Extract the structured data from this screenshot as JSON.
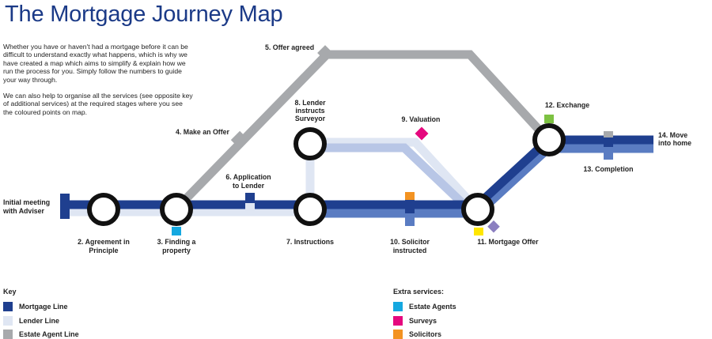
{
  "title": "The Mortgage Journey Map",
  "intro": {
    "p1": "Whether you have or haven't had a mortgage before it can be difficult to understand exactly what happens, which is why we have created a map which aims to simplify & explain how we run the process for you. Simply follow the numbers to guide your way through.",
    "p2": "We can also help to organise all the services (see opposite key of additional services) at the required stages where you see the coloured points on map."
  },
  "stations": {
    "s1": [
      "Initial meeting",
      "with Adviser"
    ],
    "s2": [
      "2. Agreement in",
      "Principle"
    ],
    "s3": [
      "3. Finding a",
      "property"
    ],
    "s4": [
      "4. Make an Offer"
    ],
    "s5": [
      "5. Offer agreed"
    ],
    "s6": [
      "6. Application",
      "to Lender"
    ],
    "s7": [
      "7. Instructions"
    ],
    "s8": [
      "8. Lender",
      "instructs",
      "Surveyor"
    ],
    "s9": [
      "9. Valuation"
    ],
    "s10": [
      "10. Solicitor",
      "instructed"
    ],
    "s11": [
      "11. Mortgage Offer"
    ],
    "s12": [
      "12. Exchange"
    ],
    "s13": [
      "13. Completion"
    ],
    "s14": [
      "14. Move",
      "into home"
    ]
  },
  "key": {
    "title": "Key",
    "items": [
      {
        "label": "Mortgage Line",
        "color": "#1f3f8f"
      },
      {
        "label": "Lender Line",
        "color": "#dfe6f3"
      },
      {
        "label": "Estate Agent Line",
        "color": "#a7a9ac"
      }
    ]
  },
  "extra": {
    "title": "Extra services:",
    "items": [
      {
        "label": "Estate Agents",
        "color": "#15a8e0"
      },
      {
        "label": "Surveys",
        "color": "#e5087e"
      },
      {
        "label": "Solicitors",
        "color": "#f39322"
      }
    ]
  },
  "colors": {
    "mortgage": "#1f3f8f",
    "lender": "#dfe6f3",
    "lender_mid": "#b8c6e6",
    "estate": "#a7a9ac",
    "solicitor_line": "#5a7cc2",
    "estate_agents": "#15a8e0",
    "surveys": "#e5087e",
    "solicitors": "#f39322",
    "exchange": "#7dc242",
    "offer": "#ffe600",
    "completion_marker": "#8b7fc0"
  }
}
